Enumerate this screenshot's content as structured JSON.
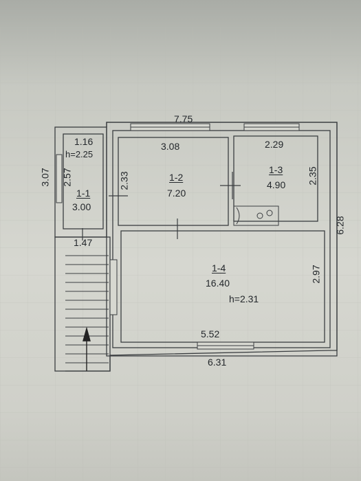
{
  "plan": {
    "dimensions": {
      "top_total": "7.75",
      "right_total": "6.28",
      "bottom_total": "6.31",
      "left_stair_total": "3.07",
      "room_1_1_width": "1.16",
      "room_1_1_height": "h=2.25",
      "room_1_1_depth": "2.57",
      "room_1_2_width": "3.08",
      "room_1_2_depth": "2.33",
      "room_1_3_width": "2.29",
      "room_1_3_depth": "2.35",
      "stair_width": "1.47",
      "room_1_4_width": "5.52",
      "room_1_4_depth": "2.97"
    },
    "rooms": [
      {
        "id": "1-1",
        "area": "3.00"
      },
      {
        "id": "1-2",
        "area": "7.20"
      },
      {
        "id": "1-3",
        "area": "4.90"
      },
      {
        "id": "1-4",
        "area": "16.40",
        "height": "h=2.31"
      }
    ]
  }
}
